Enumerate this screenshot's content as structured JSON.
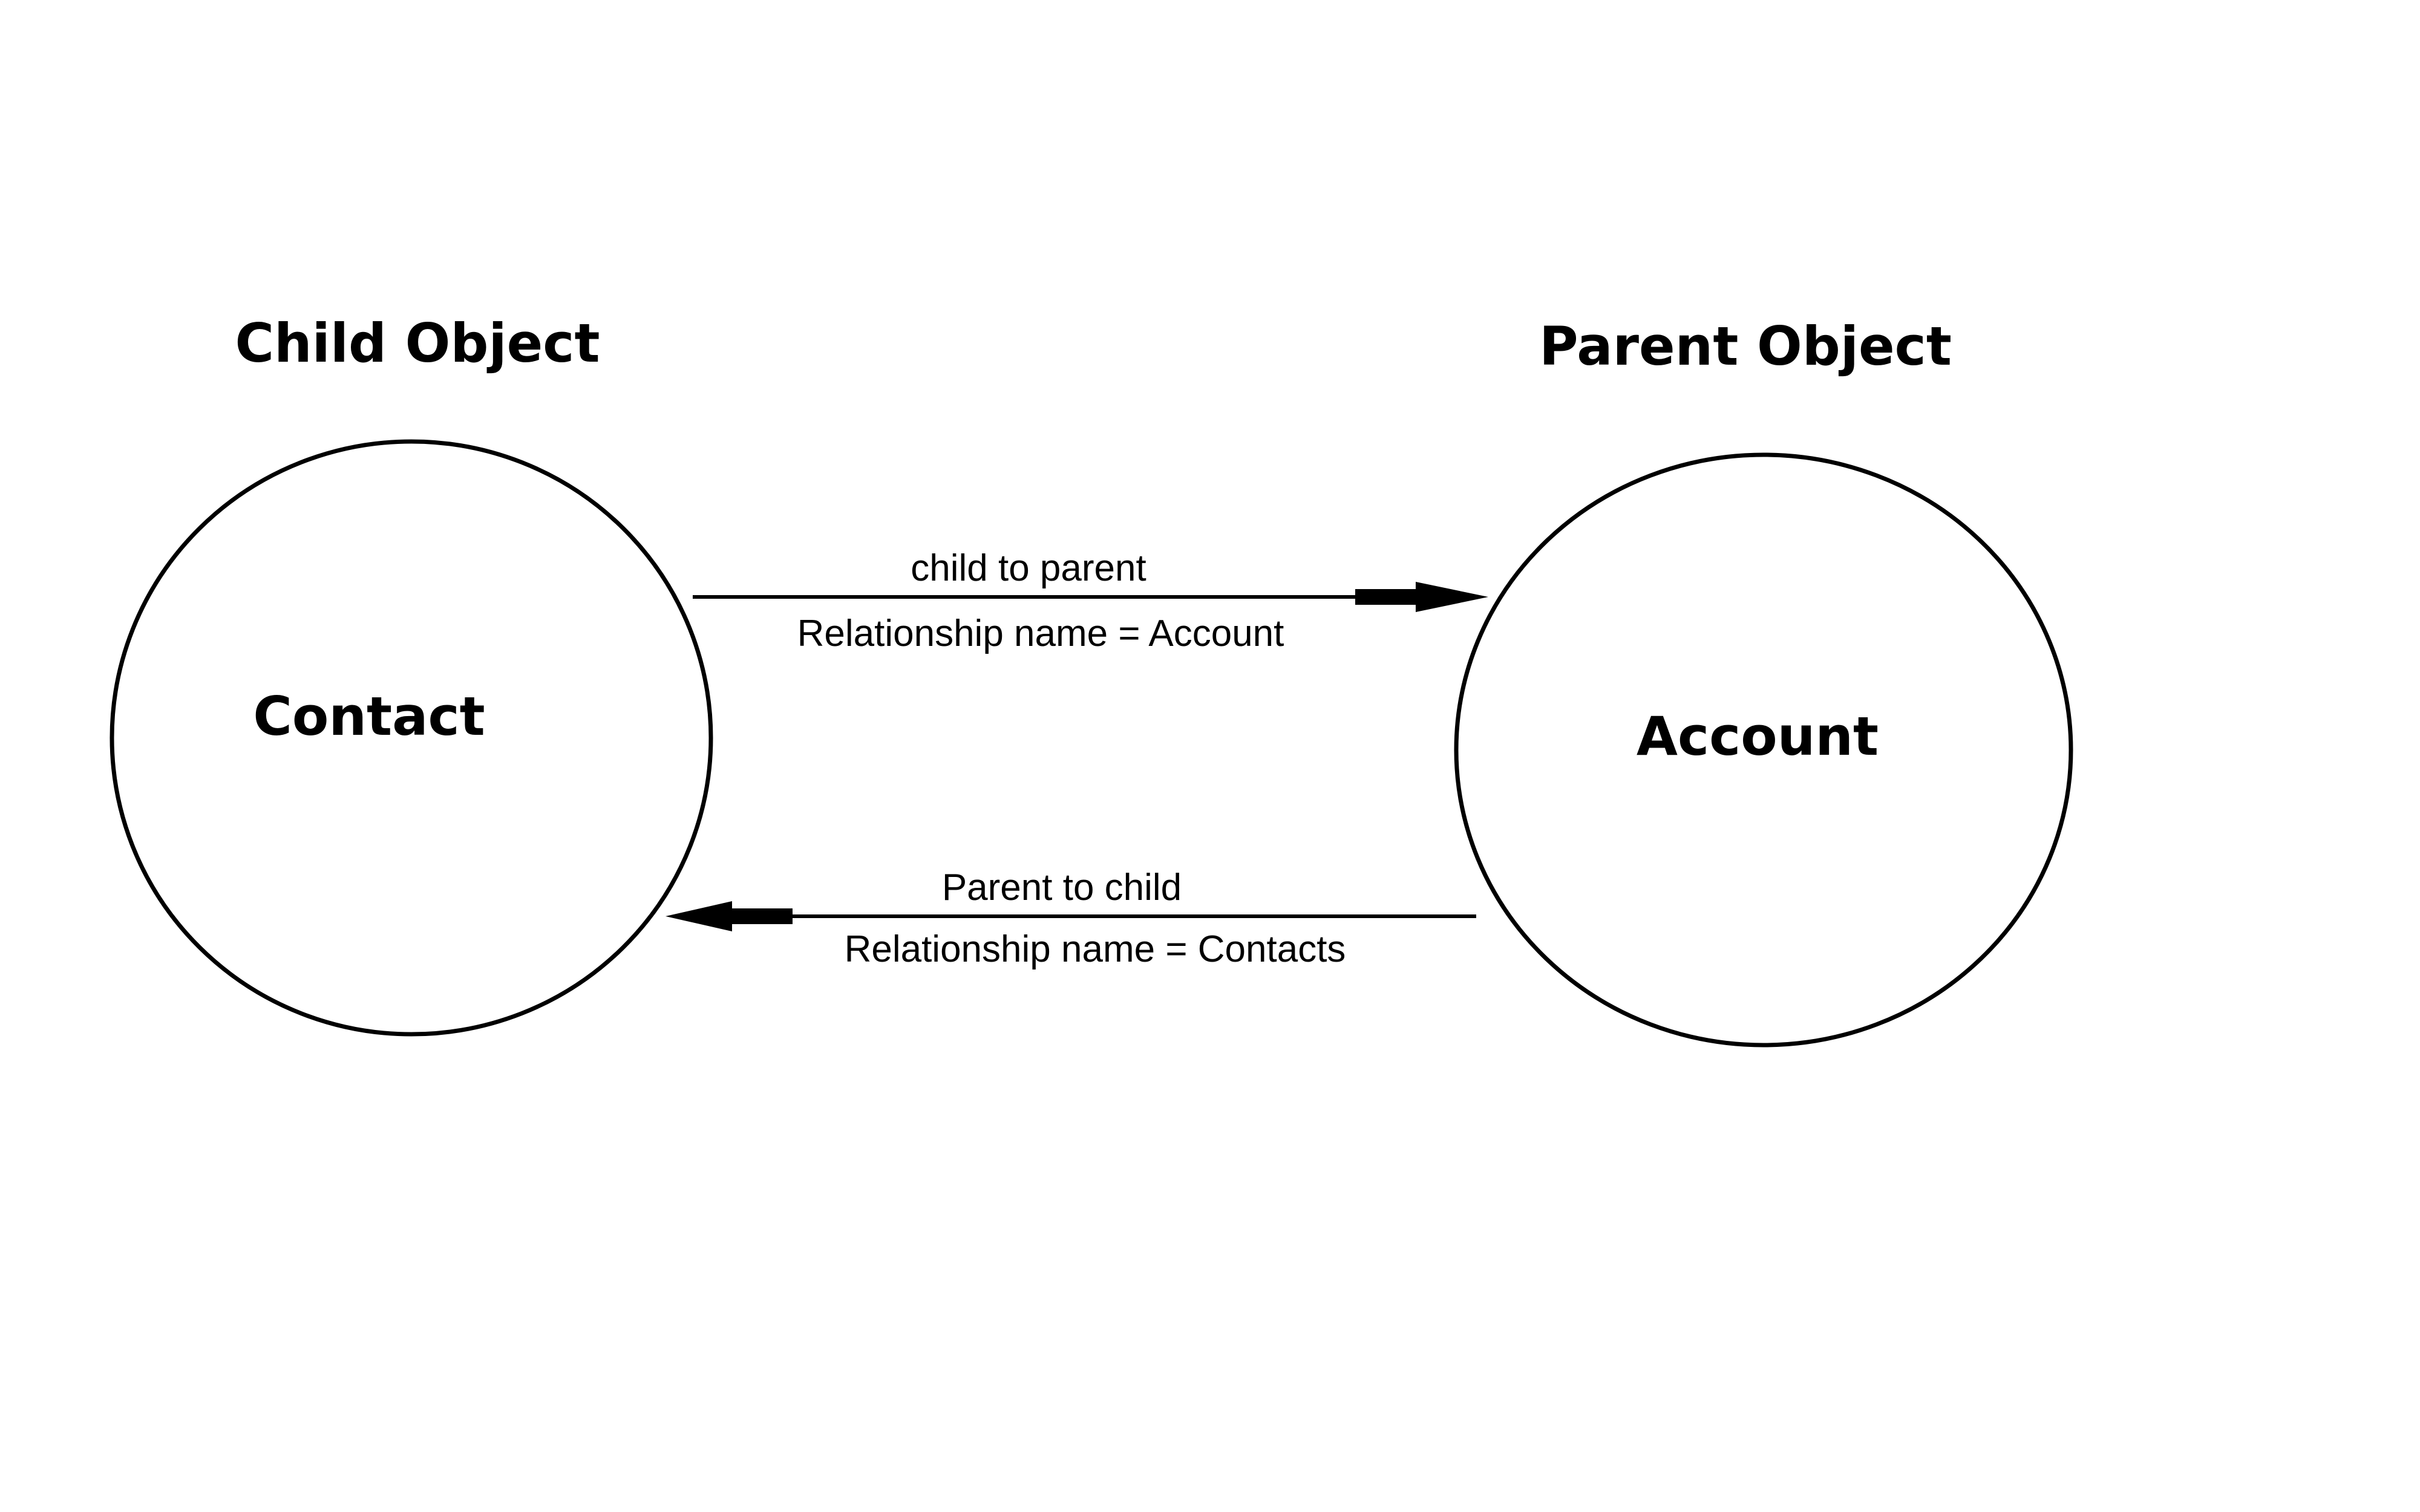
{
  "headings": {
    "child": "Child Object",
    "parent": "Parent Object"
  },
  "nodes": {
    "contact": "Contact",
    "account": "Account"
  },
  "edges": {
    "child_to_parent": {
      "label": "child to parent",
      "relationship": "Relationship name = Account"
    },
    "parent_to_child": {
      "label": "Parent to child",
      "relationship": "Relationship name = Contacts"
    }
  },
  "colors": {
    "stroke": "#000000",
    "background": "#ffffff"
  }
}
